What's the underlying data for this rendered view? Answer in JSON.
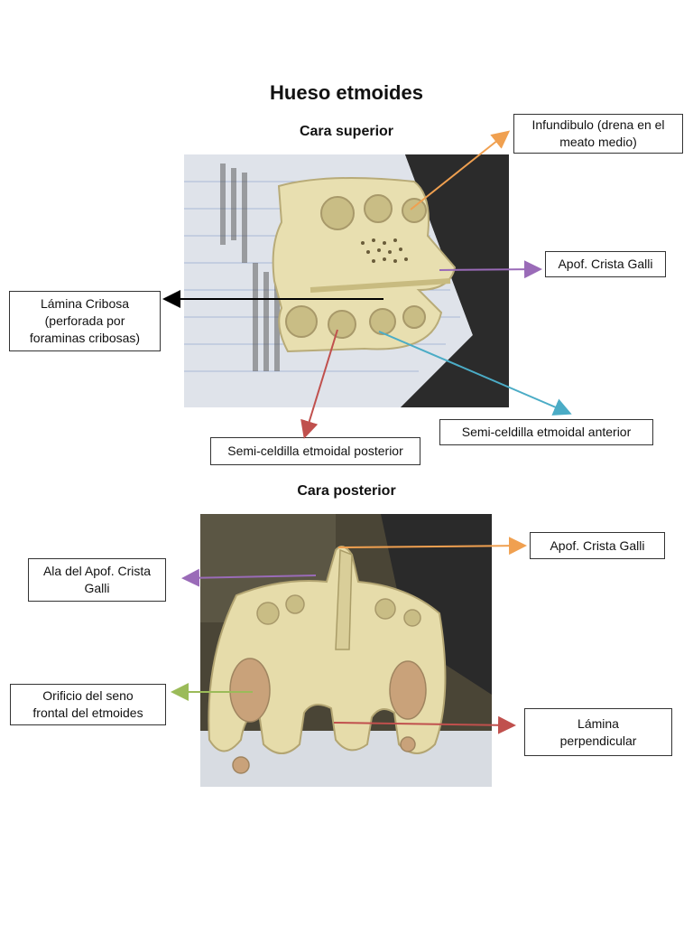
{
  "title": "Hueso etmoides",
  "sections": {
    "superior": {
      "heading": "Cara superior",
      "labels": {
        "infundibulo": "Infundibulo (drena en el\nmeato medio)",
        "crista_galli": "Apof. Crista Galli",
        "lamina_cribosa": "Lámina Cribosa\n(perforada por\nforaminas cribosas)",
        "semi_anterior": "Semi-celdilla etmoidal anterior",
        "semi_posterior": "Semi-celdilla etmoidal posterior"
      }
    },
    "posterior": {
      "heading": "Cara posterior",
      "labels": {
        "crista_galli": "Apof. Crista Galli",
        "ala_crista": "Ala del Apof. Crista\nGalli",
        "orificio_seno": "Orificio del seno\nfrontal del etmoides",
        "lamina_perpendicular": "Lámina\nperpendicular"
      }
    }
  },
  "arrow_colors": {
    "orange": "#f0a050",
    "purple": "#9a6bb8",
    "black": "#000000",
    "blue": "#4bacc6",
    "red": "#c0504d",
    "green": "#9bbb59"
  }
}
